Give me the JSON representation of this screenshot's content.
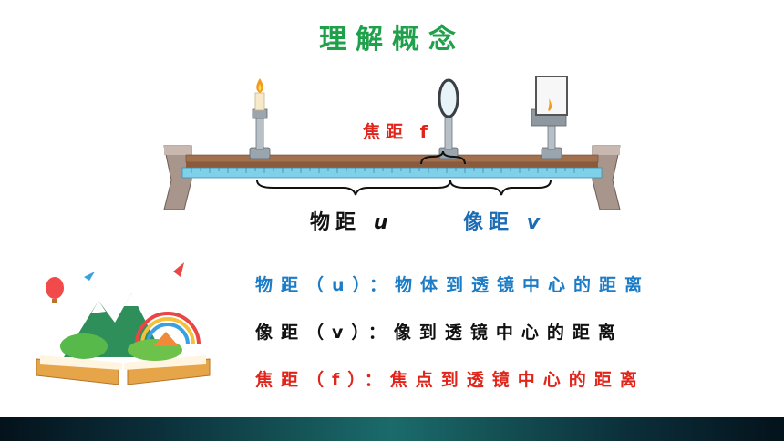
{
  "title": "理解概念",
  "diagram": {
    "focal_label": "焦距",
    "focal_var": "f",
    "object_label": "物距",
    "object_var": "u",
    "image_label": "像距",
    "image_var": "v"
  },
  "definitions": [
    {
      "text": "物距（u）：物体到透镜中心的距离",
      "color": "#1c7cc6"
    },
    {
      "text": "像距（v）：像到透镜中心的距离",
      "color": "#111111"
    },
    {
      "text": "焦距（f）：焦点到透镜中心的距离",
      "color": "#e1251b"
    }
  ]
}
